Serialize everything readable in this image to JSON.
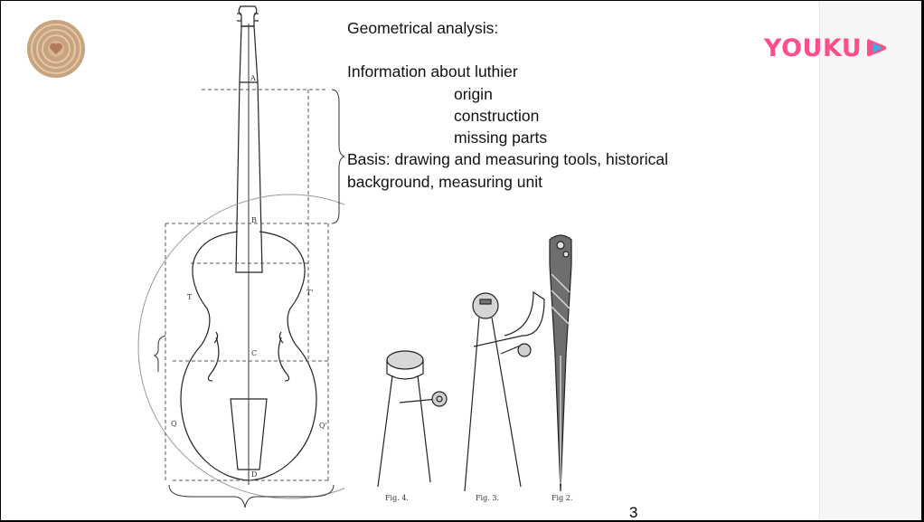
{
  "slide": {
    "heading": "Geometrical analysis:",
    "info_line": "Information about  luthier",
    "info_items": [
      "origin",
      "construction",
      "missing parts"
    ],
    "basis_line1": "Basis: drawing and measuring tools, historical",
    "basis_line2": "background, measuring unit",
    "page_number": "3"
  },
  "watermark": {
    "brand": "YOUKU",
    "brand_color": "#ff4f8b",
    "play_color": "#29b7e8"
  },
  "figure_labels": {
    "fig4": "Fig. 4.",
    "fig3": "Fig. 3.",
    "fig2": "Fig 2."
  },
  "violin_labels": {
    "a": "A",
    "b": "B",
    "c": "C",
    "d": "D",
    "t": "T",
    "t_prime": "T'",
    "q": "Q",
    "q_prime": "Q'"
  },
  "icons": [
    "avatar-icon",
    "youku-play-icon"
  ]
}
